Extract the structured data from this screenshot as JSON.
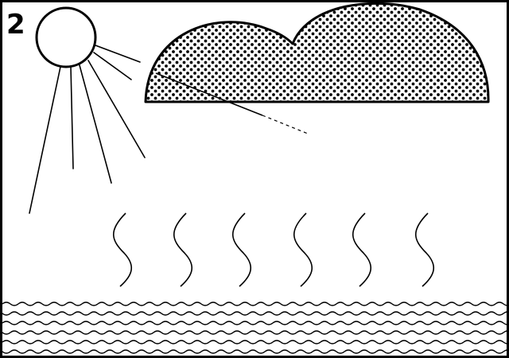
{
  "figure": {
    "panel_number": "2",
    "elements": [
      {
        "name": "sun",
        "icon": "sun-icon"
      },
      {
        "name": "cloud",
        "icon": "cloud-icon"
      },
      {
        "name": "rising-vapour",
        "icon": "wavy-line-icon",
        "count": 6
      },
      {
        "name": "water-surface",
        "icon": "waves-icon"
      }
    ]
  }
}
